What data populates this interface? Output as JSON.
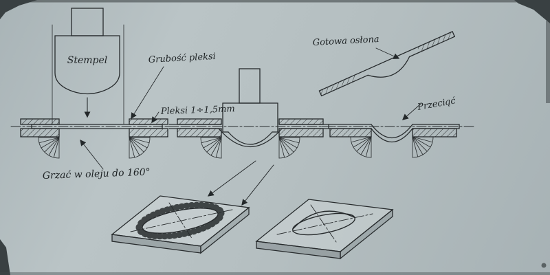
{
  "figure": {
    "background_color": "#b5bfc1",
    "ink_color": "#272b2d",
    "labels": {
      "stempel": "Stempel",
      "grubosc_pleksi": "Grubość pleksi",
      "pleksi_thickness": "Pleksi 1÷1,5mm",
      "grzac_w_oleju": "Grzać w oleju do 160°",
      "gotowa_oslona": "Gotowa osłona",
      "przeciac": "Przeciąć"
    }
  }
}
